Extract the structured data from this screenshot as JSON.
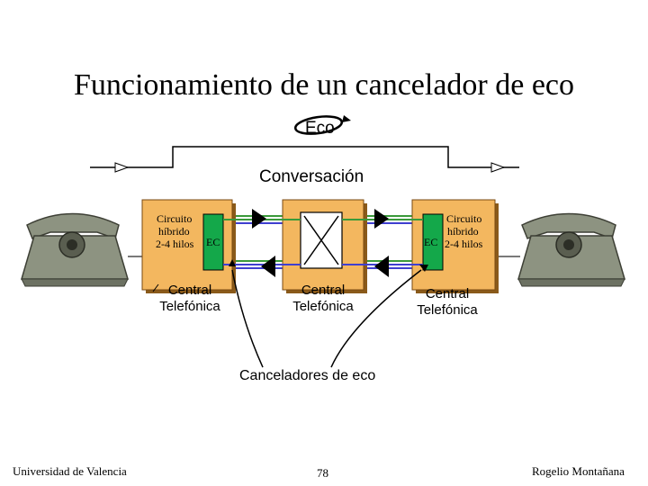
{
  "title": "Funcionamiento de un cancelador de eco",
  "labels": {
    "eco": "Eco",
    "conversacion": "Conversación",
    "cancel_adores": "Canceladores de eco"
  },
  "left_box": {
    "line1": "Circuito",
    "line2": "híbrido",
    "line3": "2-4 hilos",
    "ec": "EC"
  },
  "right_box": {
    "line1": "Circuito",
    "line2": "híbrido",
    "line3": "2-4 hilos",
    "ec": "EC"
  },
  "centrals": {
    "left": [
      "Central",
      "Telefónica"
    ],
    "middle": [
      "Central",
      "Telefónica"
    ],
    "right": [
      "Central",
      "Telefónica"
    ]
  },
  "footer": {
    "left": "Universidad de Valencia",
    "page": "78",
    "right": "Rogelio Montañana"
  },
  "colors": {
    "box_fill": "#f3b75f",
    "box_shadow": "#8a5a1a",
    "ec_green": "#14a84a",
    "phone_gray": "#8a8f7e",
    "line_blue": "#3f3fd0",
    "line_green": "#3a9a3a"
  }
}
